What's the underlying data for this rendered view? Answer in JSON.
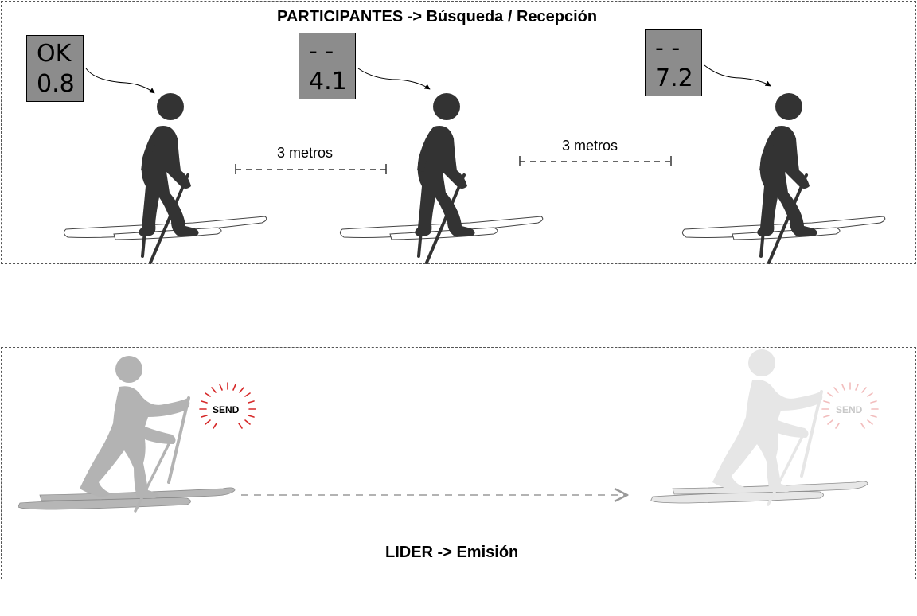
{
  "participants": {
    "title": "PARTICIPANTES -> Búsqueda / Recepción",
    "skiers": [
      {
        "status": "OK",
        "reading": "0.8"
      },
      {
        "status": "- -",
        "reading": "4.1"
      },
      {
        "status": "- -",
        "reading": "7.2"
      }
    ],
    "distances": [
      "3 metros",
      "3 metros"
    ]
  },
  "leader": {
    "title": "LIDER -> Emisión",
    "signal_label": "SEND",
    "signal_label_ghost": "SEND"
  },
  "colors": {
    "participant_figure": "#333333",
    "leader_figure": "#b3b3b3",
    "leader_ghost": "#e6e6e6",
    "readout_bg": "#8c8c8c",
    "signal": "#d62828"
  },
  "icons": {
    "participant": "skier-standing-icon",
    "leader": "skier-striding-icon",
    "signal": "broadcast-burst-icon"
  }
}
